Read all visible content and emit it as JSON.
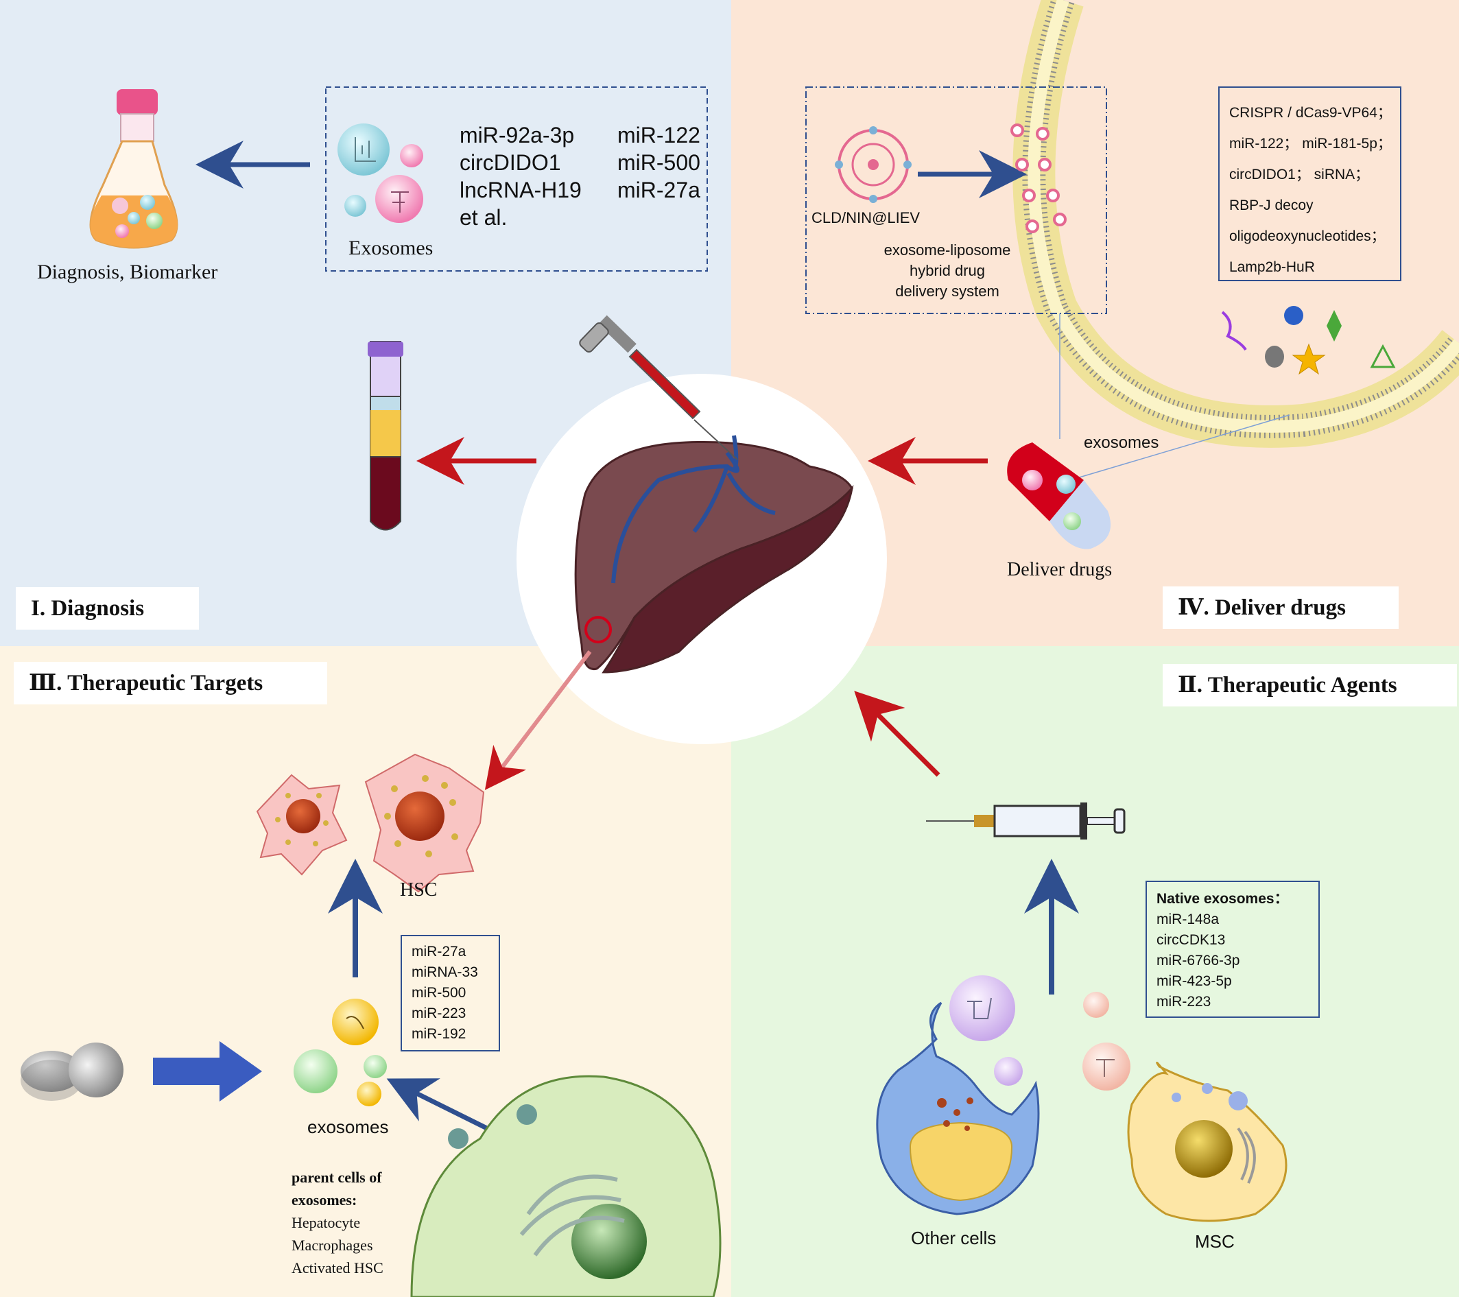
{
  "colors": {
    "diagnosis_bg": "#e3ecf5",
    "delivery_bg": "#fce6d6",
    "targets_bg": "#fdf4e3",
    "agents_bg": "#e6f7df",
    "arrow_blue": "#2f4f8f",
    "arrow_red": "#c4161c",
    "liver": "#7a4a4f"
  },
  "sections": {
    "diagnosis": "I. Diagnosis",
    "delivery": "Ⅳ. Deliver drugs",
    "targets": "Ⅲ. Therapeutic Targets",
    "agents": "Ⅱ. Therapeutic Agents"
  },
  "diagnosis": {
    "flask_label": "Diagnosis, Biomarker",
    "exosome_label": "Exosomes",
    "biomarkers_left": [
      "miR-92a-3p",
      "circDIDO1",
      "lncRNA-H19",
      "et al."
    ],
    "biomarkers_right": [
      "miR-122",
      "miR-500",
      "miR-27a"
    ]
  },
  "delivery": {
    "nanoparticle_label": "CLD/NIN@LIEV",
    "hybrid_label": [
      "exosome-liposome",
      "hybrid drug",
      "delivery system"
    ],
    "cargo_list": [
      "CRISPR / dCas9-VP64；",
      "miR-122； miR-181-5p；",
      "circDIDO1； siRNA；",
      "RBP-J decoy",
      "oligodeoxynucleotides；",
      "Lamp2b-HuR"
    ],
    "exosomes_label": "exosomes",
    "capsule_label": "Deliver drugs"
  },
  "targets": {
    "hsc_label": "HSC",
    "mirna_list": [
      "miR-27a",
      "miRNA-33",
      "miR-500",
      "miR-223",
      "miR-192"
    ],
    "exosomes_label": "exosomes",
    "parent_title": [
      "parent cells of",
      "exosomes:"
    ],
    "parent_cells": [
      "Hepatocyte",
      "Macrophages",
      "Activated HSC"
    ]
  },
  "agents": {
    "native_title": "Native exosomes：",
    "native_list": [
      "miR-148a",
      "circCDK13",
      "miR-6766-3p",
      "miR-423-5p",
      "miR-223"
    ],
    "other_cells_label": "Other cells",
    "msc_label": "MSC"
  }
}
